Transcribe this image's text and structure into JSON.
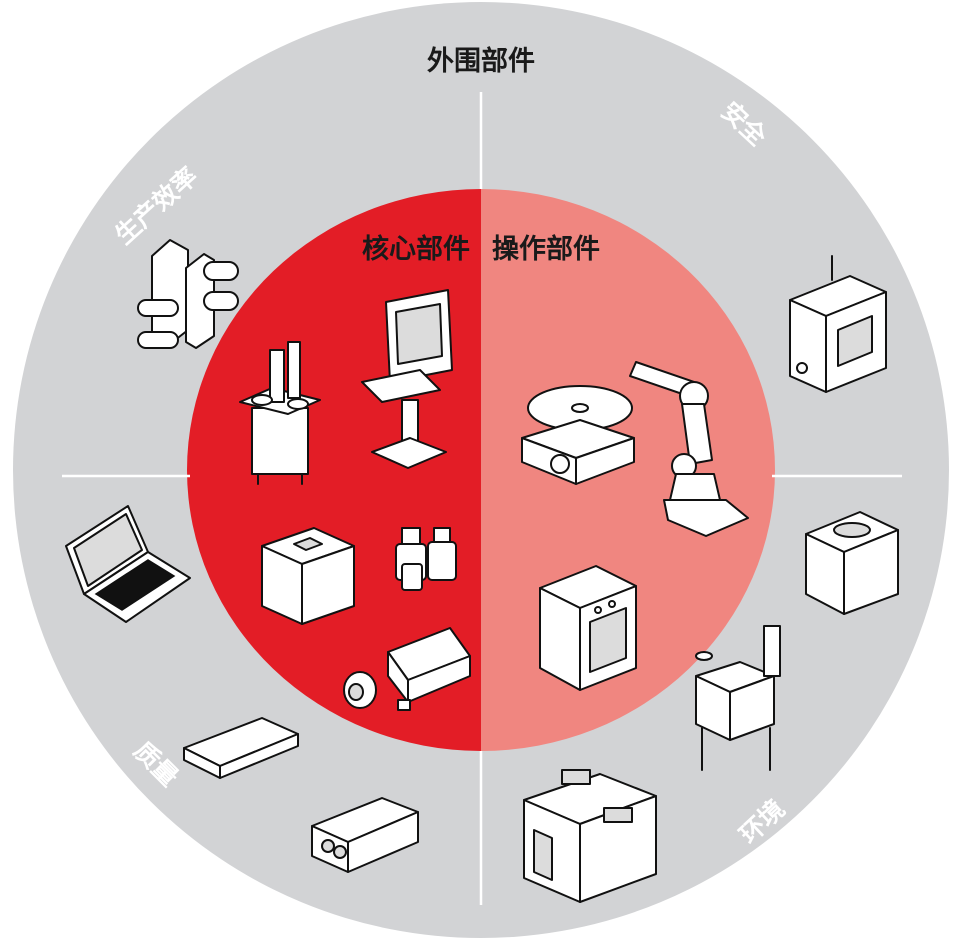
{
  "outer_title": "外围部件",
  "inner_left_title": "核心部件",
  "inner_right_title": "操作部件",
  "segments": {
    "safety": "安全",
    "productivity": "生产效率",
    "quality": "质量",
    "environment": "环境"
  },
  "colors": {
    "outer_ring": "#d2d3d5",
    "core_red": "#e31d26",
    "operation_pink": "#f08680",
    "divider": "#ffffff"
  },
  "icons": {
    "core": [
      "spindle-station-icon",
      "control-console-icon",
      "cabinet-box-icon",
      "bottles-icon",
      "spindle-motor-icon"
    ],
    "operation": [
      "positioner-turntable-icon",
      "robot-arm-icon",
      "control-cabinet-icon"
    ],
    "peripheral": [
      "connector-coupling-icon",
      "laptop-icon",
      "flat-device-icon",
      "junction-box-icon",
      "panel-cabinet-icon",
      "enclosure-icon",
      "dust-collector-icon",
      "booth-enclosure-icon"
    ]
  }
}
